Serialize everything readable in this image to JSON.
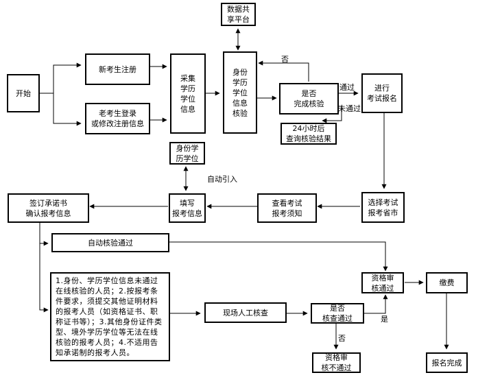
{
  "nodes": {
    "start": "开始",
    "new_reg": "新考生注册",
    "old_login": "老考生登录\n或修改注册信息",
    "collect": "采集\n学历\n学位\n信息",
    "verify": "身份\n学历\n学位\n信息\n核验",
    "data_share": "数据共\n享平台",
    "check_done": "是否\n完成核验",
    "wait24": "24小时后\n查询核验结果",
    "enroll": "进行\n考试报名",
    "choose_prov": "选择考试\n报考省市",
    "read_notice": "查看考试\n报考须知",
    "fill_info": "填写\n报考信息",
    "id_info": "身份学\n历学位",
    "sign": "签订承诺书\n确认报考信息",
    "auto_pass": "自动核验通过",
    "notes": "1.身份、学历学位信息未通过在线核验的人员；2.按报考条件要求，须提交其他证明材料的报考人员（如资格证书、职称证书等）；3.其他身份证件类型、境外学历学位等无法在线核验的报考人员；4.不适用告知承诺制的报考人员。",
    "onsite": "现场人工核查",
    "check_pass": "是否\n核查通过",
    "qual_pass": "资格审\n核通过",
    "qual_fail": "资格审\n核不通过",
    "pay": "缴费",
    "done": "报名完成"
  },
  "edge_labels": {
    "no_top": "否",
    "pass": "通过",
    "not_pass": "未通过",
    "auto_import": "自动引入",
    "yes": "是",
    "no_bottom": "否"
  }
}
